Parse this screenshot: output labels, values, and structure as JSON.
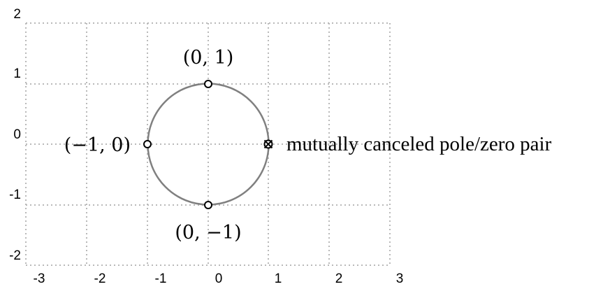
{
  "chart_data": {
    "type": "pole-zero-plot",
    "xlim": [
      -3,
      3
    ],
    "ylim": [
      -2,
      2
    ],
    "grid": true,
    "x_ticks": [
      "-3",
      "-2",
      "-1",
      "0",
      "1",
      "2",
      "3"
    ],
    "y_ticks": [
      "2",
      "1",
      "0",
      "-1",
      "-2"
    ],
    "circle": {
      "center": [
        0,
        0
      ],
      "radius": 1,
      "color": "#808080"
    },
    "zeros": [
      {
        "x": 0,
        "y": 1,
        "label": "(0, 1)"
      },
      {
        "x": -1,
        "y": 0,
        "label": "(−1, 0)"
      },
      {
        "x": 0,
        "y": -1,
        "label": "(0, −1)"
      }
    ],
    "canceled_pair": {
      "x": 1,
      "y": 0,
      "label": "mutually canceled pole/zero pair"
    }
  }
}
